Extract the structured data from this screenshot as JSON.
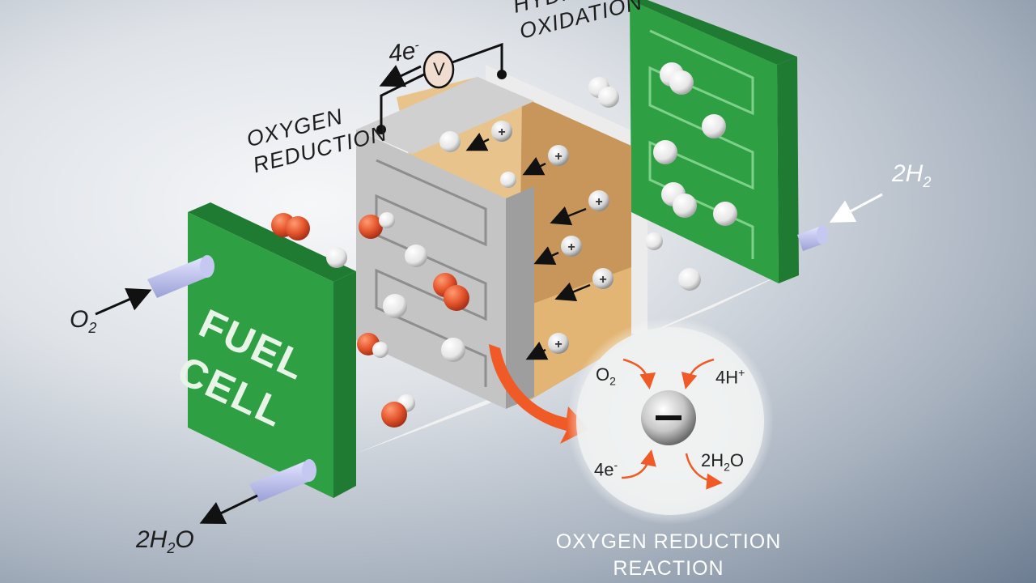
{
  "labels": {
    "oxygen_reduction_1": "OXYGEN",
    "oxygen_reduction_2": "REDUCTION",
    "hydrogen_oxidation_1": "HYDR",
    "hydrogen_oxidation_2": "OXIDATION",
    "electrons": "4e",
    "voltmeter": "V",
    "o2_in": "O",
    "o2_sub": "2",
    "h2_in": "2H",
    "h2_sub": "2",
    "water_out": "2H",
    "water_sub": "2",
    "water_o": "O"
  },
  "fuel_cell_plate": {
    "line1": "FUEL",
    "line2": "CELL"
  },
  "orr_detail": {
    "o2": "O",
    "o2_sub": "2",
    "protons": "4H",
    "protons_sup": "+",
    "electrons": "4e",
    "electrons_sup": "-",
    "water": "2H",
    "water_sub": "2",
    "water_o": "O",
    "center_symbol": "−"
  },
  "caption": {
    "line1": "OXYGEN REDUCTION",
    "line2": "REACTION"
  },
  "colors": {
    "plate_green": "#2ea043",
    "plate_dark": "#1f7a32",
    "oxygen_red": "#e4542b",
    "membrane_tan": "#c8965a",
    "arrow_orange": "#ef5a26"
  }
}
